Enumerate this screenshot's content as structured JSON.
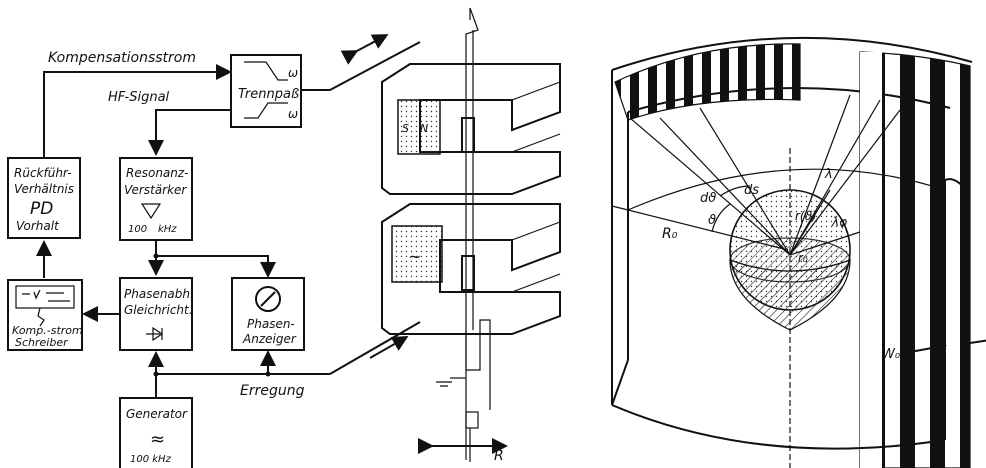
{
  "block_diagram": {
    "kompensationsstrom": "Kompensationsstrom",
    "hf_signal": "HF-Signal",
    "erregung": "Erregung",
    "trennpass": {
      "title": "Trennpaß",
      "omega_top": "ω",
      "omega_bottom": "ω"
    },
    "rueckfuehr": {
      "line1": "Rückführ-",
      "line2": "Verhältnis",
      "line3": "PD",
      "line4": "Vorhalt"
    },
    "resonanz": {
      "line1": "Resonanz-",
      "line2": "Verstärker",
      "freq": "100",
      "unit": "kHz"
    },
    "phasenabh": {
      "line1": "Phasenabh.",
      "line2": "Gleichricht."
    },
    "phasen_anzeiger": {
      "line1": "Phasen-",
      "line2": "Anzeiger"
    },
    "schreiber": {
      "line1": "Komp.-strom",
      "line2": "Schreiber"
    },
    "generator": {
      "line1": "Generator",
      "symbol": "≈",
      "freq": "100 kHz"
    }
  },
  "apparatus": {
    "magnet_s": "S",
    "magnet_n": "N",
    "tilde": "~",
    "axis_r": "R"
  },
  "cylinder": {
    "dtheta": "dϑ",
    "theta": "ϑ",
    "ds": "ds",
    "lambda": "λ",
    "r_theta": "r(ϑ)",
    "r0": "r₀",
    "R0": "R₀",
    "lambda_phi": "λφ",
    "W0": "W₀"
  }
}
